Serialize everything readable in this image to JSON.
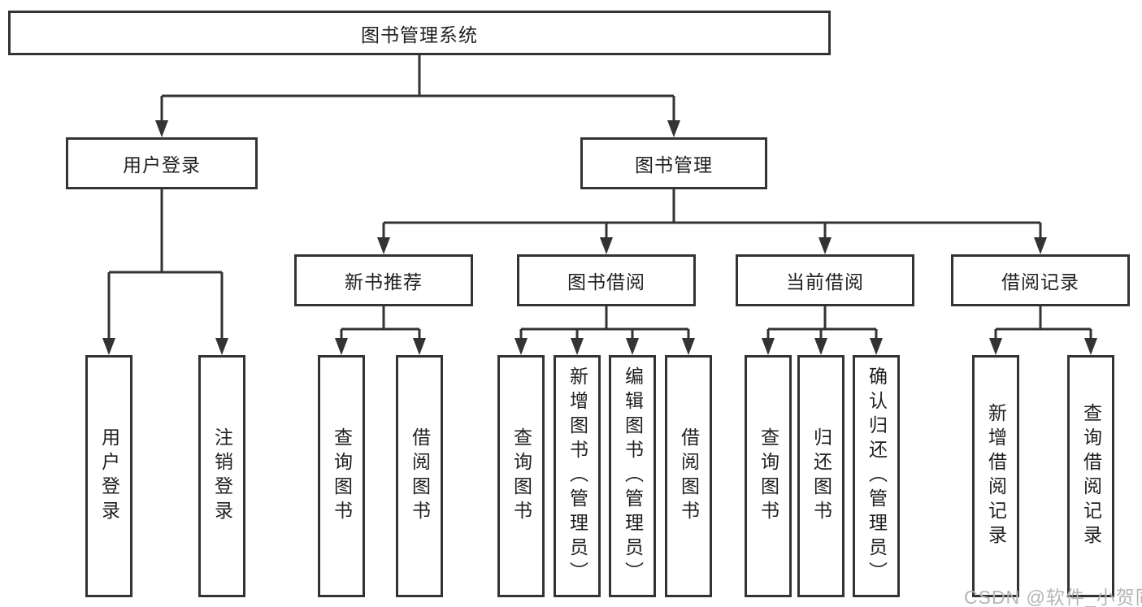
{
  "tree": {
    "root": {
      "label": "图书管理系统"
    },
    "children": [
      {
        "label": "用户登录",
        "children": [
          {
            "label": "用户登录"
          },
          {
            "label": "注销登录"
          }
        ]
      },
      {
        "label": "图书管理",
        "children": [
          {
            "label": "新书推荐",
            "children": [
              {
                "label": "查询图书"
              },
              {
                "label": "借阅图书"
              }
            ]
          },
          {
            "label": "图书借阅",
            "children": [
              {
                "label": "查询图书"
              },
              {
                "label": "新增图书（管理员）"
              },
              {
                "label": "编辑图书（管理员）"
              },
              {
                "label": "借阅图书"
              }
            ]
          },
          {
            "label": "当前借阅",
            "children": [
              {
                "label": "查询图书"
              },
              {
                "label": "归还图书"
              },
              {
                "label": "确认归还（管理员）"
              }
            ]
          },
          {
            "label": "借阅记录",
            "children": [
              {
                "label": "新增借阅记录"
              },
              {
                "label": "查询借阅记录"
              }
            ]
          }
        ]
      }
    ]
  },
  "watermark": {
    "text": "CSDN @软件_小贺同学"
  },
  "colors": {
    "line": "#333333",
    "box_border": "#333333",
    "box_background": "#ffffff",
    "text": "#1f1f1f",
    "page_background": "#ffffff",
    "watermark": "#b5b5b5"
  }
}
